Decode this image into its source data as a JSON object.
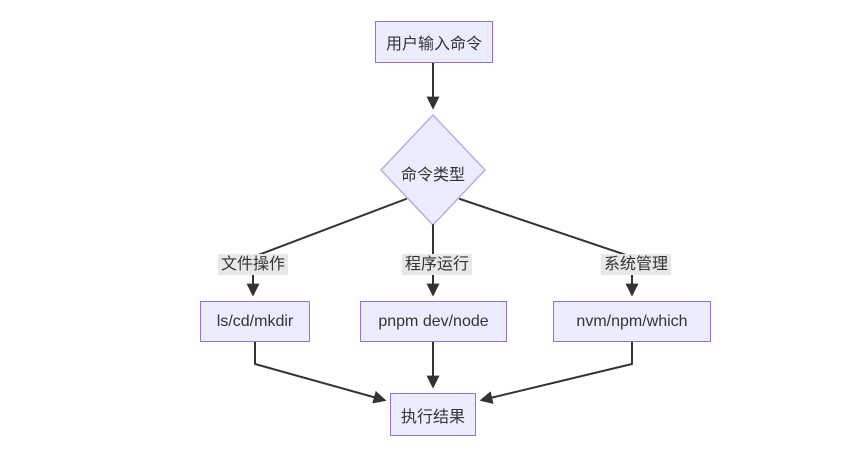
{
  "diagram": {
    "type": "flowchart",
    "direction": "top-down",
    "nodes": {
      "input": {
        "label": "用户输入命令",
        "shape": "rect"
      },
      "decision": {
        "label": "命令类型",
        "shape": "diamond"
      },
      "file_ops": {
        "label": "ls/cd/mkdir",
        "shape": "rect"
      },
      "program_run": {
        "label": "pnpm dev/node",
        "shape": "rect"
      },
      "system_mgmt": {
        "label": "nvm/npm/which",
        "shape": "rect"
      },
      "result": {
        "label": "执行结果",
        "shape": "rect"
      }
    },
    "edge_labels": {
      "file": "文件操作",
      "program": "程序运行",
      "system": "系统管理"
    },
    "edges": [
      {
        "from": "input",
        "to": "decision",
        "label": ""
      },
      {
        "from": "decision",
        "to": "file_ops",
        "label": "文件操作"
      },
      {
        "from": "decision",
        "to": "program_run",
        "label": "程序运行"
      },
      {
        "from": "decision",
        "to": "system_mgmt",
        "label": "系统管理"
      },
      {
        "from": "file_ops",
        "to": "result",
        "label": ""
      },
      {
        "from": "program_run",
        "to": "result",
        "label": ""
      },
      {
        "from": "system_mgmt",
        "to": "result",
        "label": ""
      }
    ],
    "colors": {
      "node_fill": "#ECECFF",
      "node_border": "#9370DB",
      "diamond_border": "#b9aee0",
      "edge_line": "#333333",
      "edge_label_bg": "#e8e8e8",
      "text": "#333333",
      "background": "#ffffff"
    }
  }
}
